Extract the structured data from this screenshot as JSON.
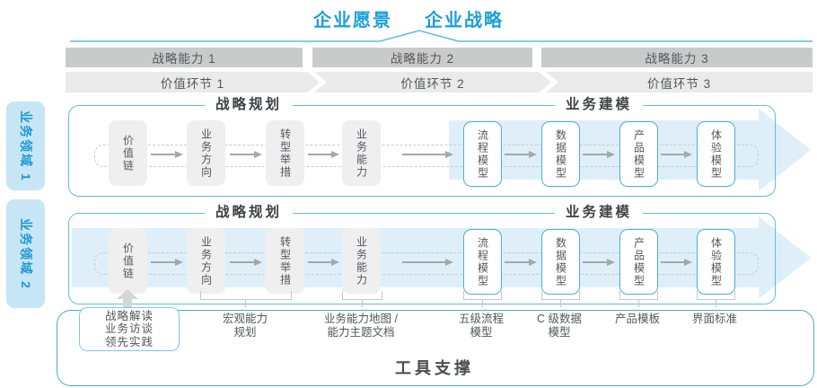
{
  "title": {
    "vision": "企业愿景",
    "strategy": "企业战略"
  },
  "capabilities": [
    "战略能力 1",
    "战略能力 2",
    "战略能力 3"
  ],
  "value_links": [
    "价值环节 1",
    "价值环节 2",
    "价值环节 3"
  ],
  "domains": [
    {
      "label": "业务领域 1",
      "planning_header": "战略规划",
      "modeling_header": "业务建模",
      "strategy_boxes": [
        "价值链",
        "业务方向",
        "转型举措",
        "业务能力"
      ],
      "model_boxes": [
        "流程模型",
        "数据模型",
        "产品模型",
        "体验模型"
      ]
    },
    {
      "label": "业务领域 2",
      "planning_header": "战略规划",
      "modeling_header": "业务建模",
      "strategy_boxes": [
        "价值链",
        "业务方向",
        "转型举措",
        "业务能力"
      ],
      "model_boxes": [
        "流程模型",
        "数据模型",
        "产品模型",
        "体验模型"
      ]
    }
  ],
  "annotations": {
    "sources_box_lines": [
      "战略解读",
      "业务访谈",
      "领先实践"
    ],
    "items": [
      {
        "lines": [
          "宏观能力",
          "规划"
        ]
      },
      {
        "lines": [
          "业务能力地图 /",
          "能力主题文档"
        ]
      },
      {
        "lines": [
          "五级流程",
          "模型"
        ]
      },
      {
        "lines": [
          "C 级数据",
          "模型"
        ]
      },
      {
        "lines": [
          "产品模板"
        ]
      },
      {
        "lines": [
          "界面标准"
        ]
      }
    ]
  },
  "tool_support": "工具支撑",
  "colors": {
    "accent_blue": "#1B9FD9",
    "panel_border": "#63BBE3",
    "band_fill": "#DEEFF9",
    "bar_fill": "#C9CBCA",
    "value_band_fill": "#E9EAE9",
    "text_gray": "#54565A",
    "side_label_bg": "#C6E6F6",
    "side_label_text": "#2097D3",
    "model_box_border": "#4AAEDC"
  }
}
